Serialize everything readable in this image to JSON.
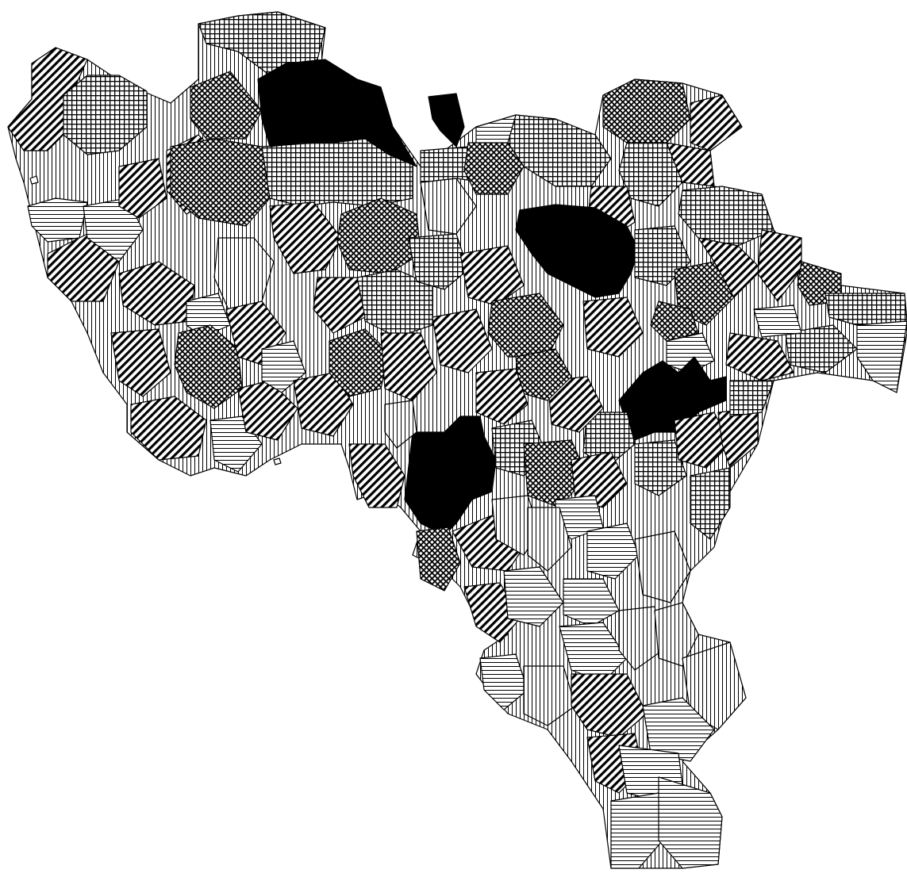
{
  "map": {
    "legend_visible": false,
    "fill_classes": [
      "solid-black",
      "cross-hatch-dense",
      "grid-hatch",
      "diagonal-hatch",
      "vertical-hatch",
      "horizontal-hatch"
    ],
    "colors": {
      "ink": "#000000",
      "paper": "#ffffff"
    }
  }
}
